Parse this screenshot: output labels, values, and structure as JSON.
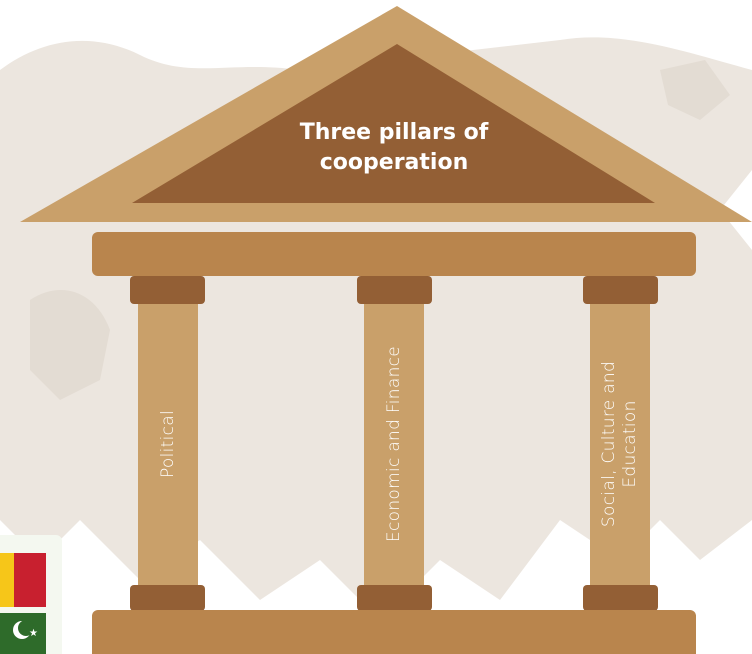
{
  "diagram": {
    "title_lines": [
      "Three pillars of",
      "cooperation"
    ],
    "pillars": [
      {
        "label": "Political"
      },
      {
        "label": "Economic and Finance"
      },
      {
        "label": "Social, Culture and Education"
      }
    ]
  },
  "colors": {
    "roof_outer": "#C9A06A",
    "roof_inner": "#935F35",
    "beam": "#B9854D",
    "capital": "#935F35",
    "shaft": "#C9A06A",
    "base": "#B9854D",
    "map_land": "#ECE6DF",
    "background": "#FFFFFF"
  },
  "decor": {
    "map_background": "world-map-silhouette",
    "flags": [
      "flag-red-yellow-stripes",
      "flag-green-crescent-star"
    ]
  }
}
